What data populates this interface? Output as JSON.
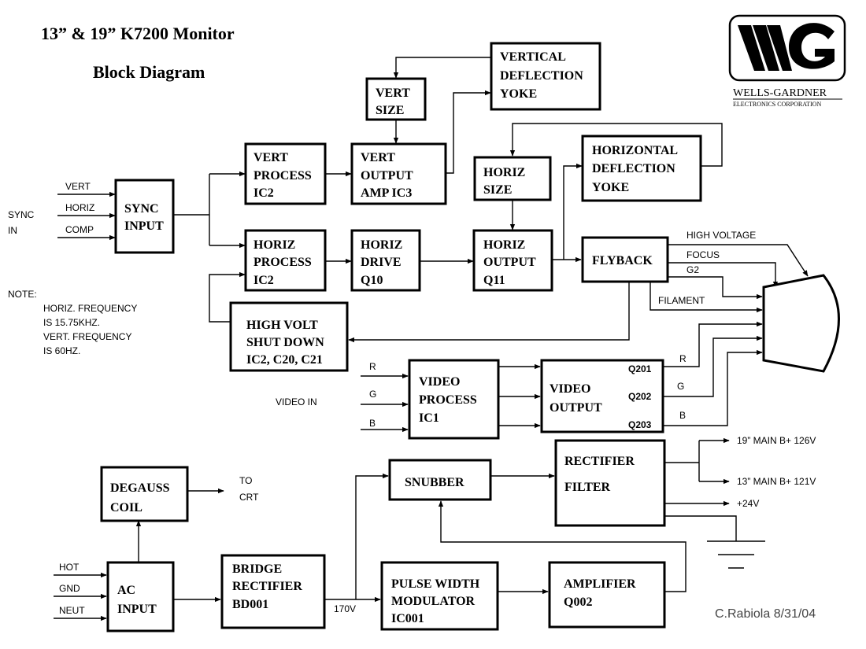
{
  "title": {
    "line1": "13” & 19” K7200 Monitor",
    "line2": "Block Diagram"
  },
  "logo": {
    "letters": "WG",
    "name": "WELLS-GARDNER",
    "subtitle": "ELECTRONICS CORPORATION"
  },
  "blocks": {
    "sync_input": [
      "SYNC",
      "INPUT"
    ],
    "vert_process": [
      "VERT",
      "PROCESS",
      "IC2"
    ],
    "horiz_process": [
      "HORIZ",
      "PROCESS",
      "IC2"
    ],
    "vert_size": [
      "VERT",
      "SIZE"
    ],
    "vert_output_amp": [
      "VERT",
      "OUTPUT",
      "AMP IC3"
    ],
    "vertical_deflection_yoke": [
      "VERTICAL",
      "DEFLECTION",
      "YOKE"
    ],
    "horiz_size": [
      "HORIZ",
      "SIZE"
    ],
    "horizontal_deflection_yoke": [
      "HORIZONTAL",
      "DEFLECTION",
      "YOKE"
    ],
    "horiz_drive": [
      "HORIZ",
      "DRIVE",
      "Q10"
    ],
    "horiz_output": [
      "HORIZ",
      "OUTPUT",
      "Q11"
    ],
    "flyback": [
      "FLYBACK"
    ],
    "high_volt_shut_down": [
      "HIGH VOLT",
      "SHUT DOWN",
      "IC2, C20, C21"
    ],
    "video_process": [
      "VIDEO",
      "PROCESS",
      "IC1"
    ],
    "video_output": [
      "VIDEO",
      "OUTPUT"
    ],
    "degauss_coil": [
      "DEGAUSS",
      "COIL"
    ],
    "ac_input": [
      "AC",
      "INPUT"
    ],
    "bridge_rectifier": [
      "BRIDGE",
      "RECTIFIER",
      "BD001"
    ],
    "snubber": [
      "SNUBBER"
    ],
    "pulse_width_modulator": [
      "PULSE WIDTH",
      "MODULATOR",
      "IC001"
    ],
    "amplifier": [
      "AMPLIFIER",
      "Q002"
    ],
    "rectifier_filter": [
      "RECTIFIER",
      "FILTER"
    ]
  },
  "labels": {
    "vert": "VERT",
    "horiz": "HORIZ",
    "comp": "COMP",
    "sync_in": [
      "SYNC",
      "IN"
    ],
    "note": [
      "NOTE:",
      "HORIZ. FREQUENCY",
      "IS 15.75KHZ.",
      "VERT. FREQUENCY",
      "IS 60HZ."
    ],
    "high_voltage": "HIGH VOLTAGE",
    "focus": "FOCUS",
    "g2": "G2",
    "filament": "FILAMENT",
    "video_in": "VIDEO IN",
    "r": "R",
    "g": "G",
    "b": "B",
    "q201": "Q201",
    "q202": "Q202",
    "q203": "Q203",
    "to_crt": [
      "TO",
      "CRT"
    ],
    "hot": "HOT",
    "gnd": "GND",
    "neut": "NEUT",
    "v170": "170V",
    "main_b_19": "19” MAIN B+ 126V",
    "main_b_13": "13” MAIN B+ 121V",
    "v24": "+24V",
    "signature": "C.Rabiola 8/31/04"
  }
}
